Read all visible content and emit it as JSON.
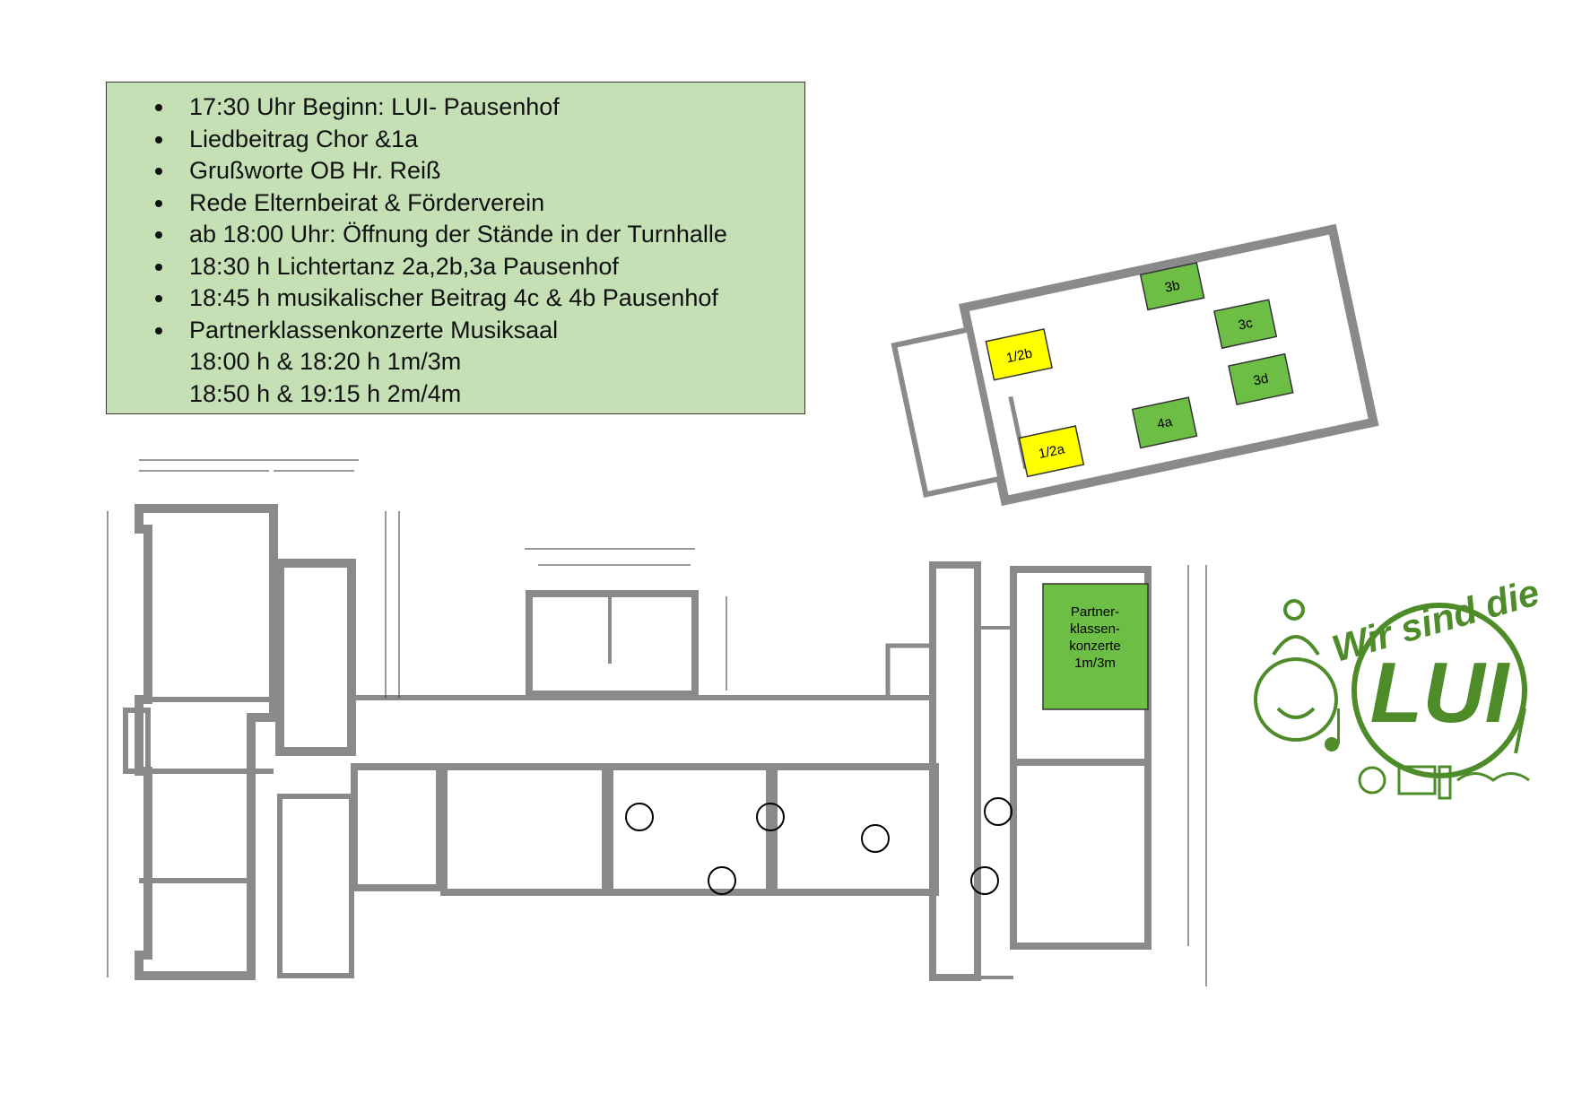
{
  "program": {
    "items": [
      "17:30 Uhr Beginn: LUI- Pausenhof",
      "Liedbeitrag Chor &1a",
      "Grußworte OB Hr. Reiß",
      "Rede Elternbeirat & Förderverein",
      "ab 18:00 Uhr: Öffnung der Stände in der Turnhalle",
      "18:30 h Lichtertanz 2a,2b,3a Pausenhof",
      "18:45 h musikalischer Beitrag 4c & 4b Pausenhof",
      "Partnerklassenkonzerte Musiksaal"
    ],
    "continuation": [
      "18:00 h & 18:20 h 1m/3m",
      "18:50 h & 19:15 h 2m/4m"
    ]
  },
  "gym": {
    "stands": [
      {
        "label": "1/2b",
        "color": "#ffff00"
      },
      {
        "label": "3b",
        "color": "#6cbe45"
      },
      {
        "label": "3c",
        "color": "#6cbe45"
      },
      {
        "label": "3d",
        "color": "#6cbe45"
      },
      {
        "label": "4a",
        "color": "#6cbe45"
      },
      {
        "label": "1/2a",
        "color": "#ffff00"
      }
    ]
  },
  "music_room": {
    "lines": [
      "Partner-",
      "klassen-",
      "konzerte",
      "1m/3m"
    ],
    "color": "#6cbe45"
  },
  "logo": {
    "text": "Wir sind die",
    "big": "LUI",
    "color": "#4e8c2a"
  },
  "colors": {
    "wall": "#8a8a8a",
    "wall_dark": "#444444",
    "program_bg": "#c5e0b4"
  }
}
